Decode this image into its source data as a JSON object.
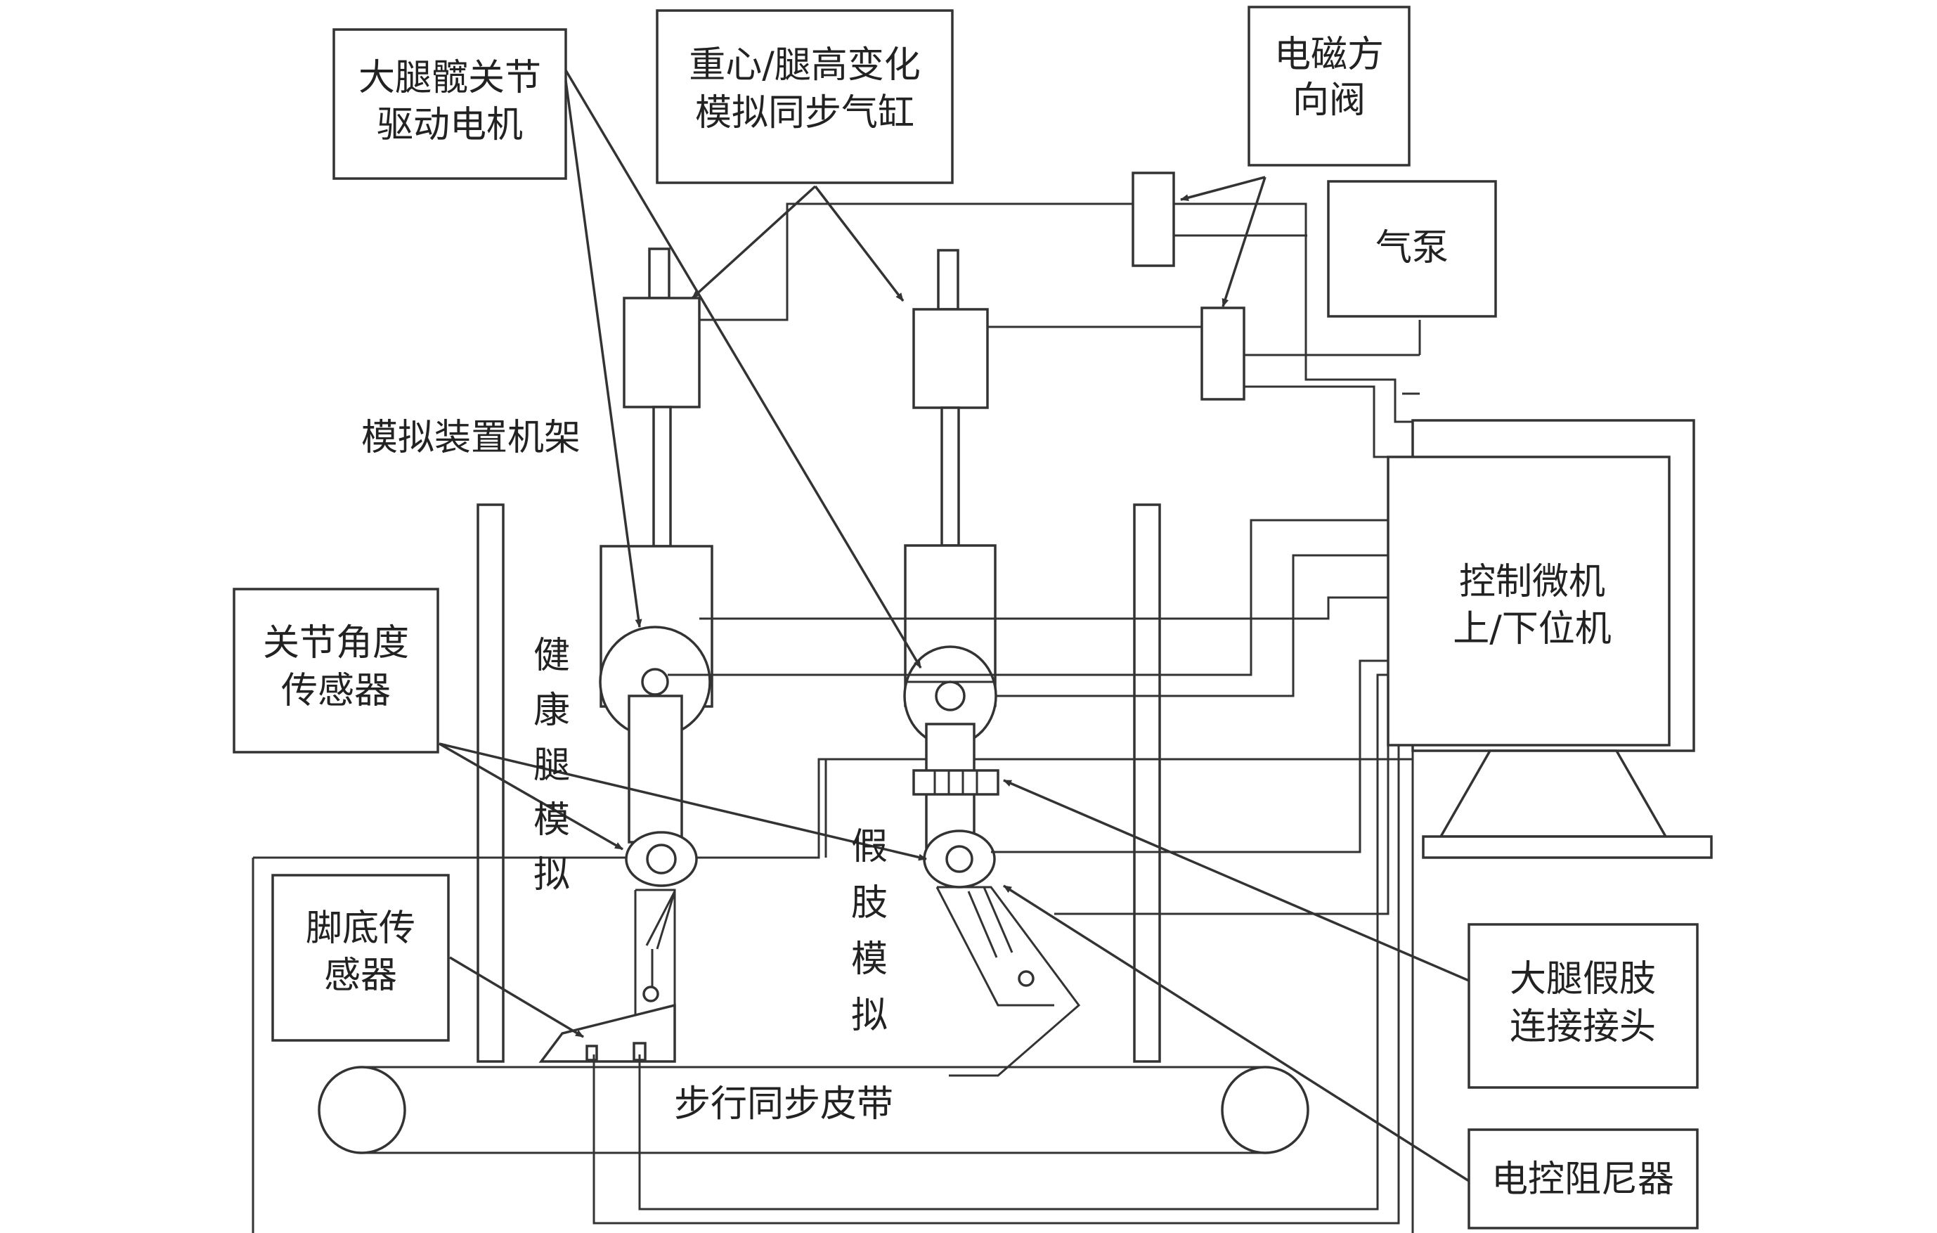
{
  "labels": {
    "thigh_motor": [
      "大腿髋关节",
      "驱动电机"
    ],
    "cylinder": [
      "重心/腿高变化",
      "模拟同步气缸"
    ],
    "valve": [
      "电磁方",
      "向阀"
    ],
    "pump": "气泵",
    "frame": "模拟装置机架",
    "joint_sensor": [
      "关节角度",
      "传感器"
    ],
    "healthy_leg": [
      "健",
      "康",
      "腿",
      "模",
      "拟"
    ],
    "prosthesis": [
      "假",
      "肢",
      "模",
      "拟"
    ],
    "computer": [
      "控制微机",
      "上/下位机"
    ],
    "foot_sensor": [
      "脚底传",
      "感器"
    ],
    "connector": [
      "大腿假肢",
      "连接接头"
    ],
    "belt": "步行同步皮带",
    "damper": "电控阻尼器"
  }
}
